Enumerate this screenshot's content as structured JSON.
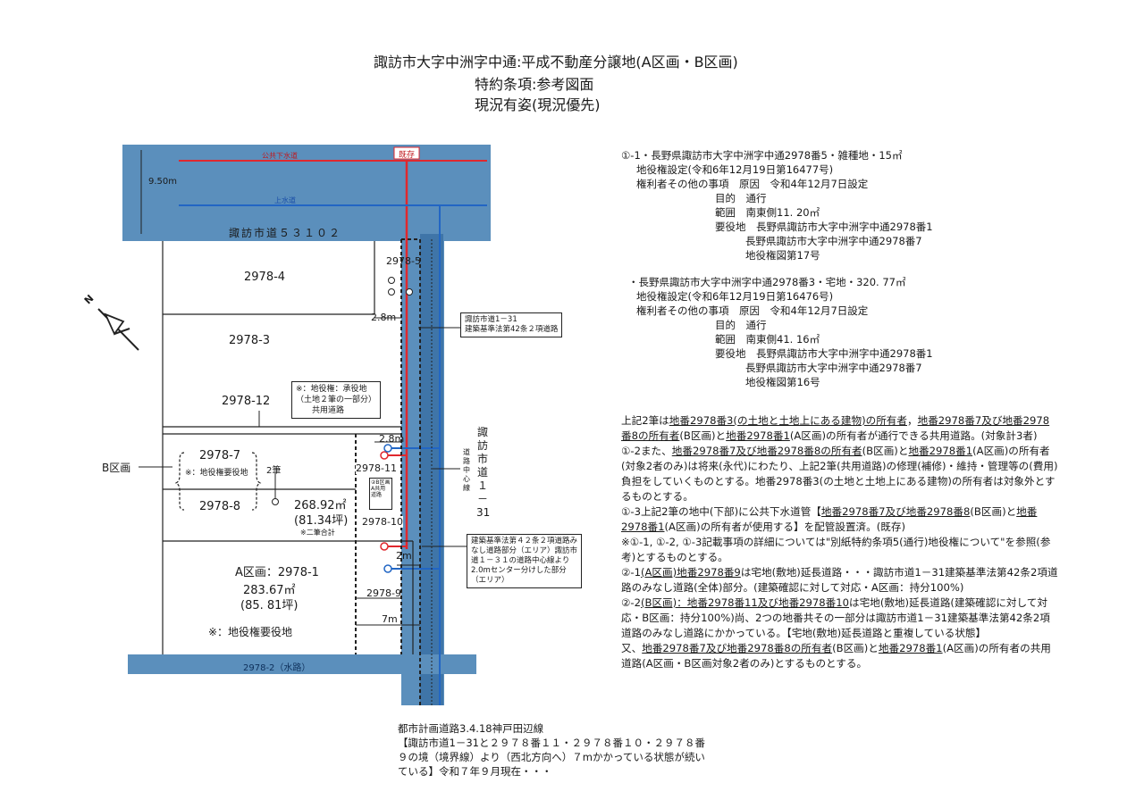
{
  "header": {
    "title": "諏訪市大字中洲字中通:平成不動産分譲地(A区画・B区画)",
    "subtitle1": "特約条項:参考図面",
    "subtitle2": "現況有姿(現況優先)"
  },
  "diagram": {
    "road_top_width": "9.50m",
    "sewer_label": "公共下水道",
    "existing_label": "既存",
    "water_label": "上水道",
    "road_top_name": "諏訪市道５３１０２",
    "lot_2978_4": "2978-4",
    "lot_2978_3": "2978-3",
    "lot_2978_12": "2978-12",
    "lot_2978_5": "2978-5",
    "dim_28m_a": "2.8m",
    "dim_28m_b": "2.8m",
    "box_road_line1": "諏訪市道1－31",
    "box_road_line2": "建築基準法第42条２項道路",
    "box_easement_line1": "※：地役権：承役地",
    "box_easement_line2": "（土地２筆の一部分）",
    "box_easement_line3": "共用道路",
    "b_label": "B区画",
    "lot_2978_7": "2978-7",
    "b_note": "※：地役権要役地",
    "lot_2978_8": "2978-8",
    "two_lots": "2筆",
    "b_area_sqm": "268.92㎡",
    "b_area_tsubo": "(81.34坪)",
    "b_total_note": "※二筆合計",
    "lot_2978_11": "2978-11",
    "lot_2978_10": "2978-10",
    "small_box_text": "②B区画A共用道路",
    "a_label": "A区画：2978-1",
    "a_area_sqm": "283.67㎡",
    "a_area_tsubo": "(85. 81坪)",
    "a_note": "※：地役権要役地",
    "lot_2978_9": "2978-9",
    "dim_2m": "2m",
    "dim_7m": "7m",
    "road_right_name": "諏訪市道１－31",
    "centerline": "道路中心線",
    "box_deemed_line1": "建築基準法第４２条２項道路み",
    "box_deemed_line2": "なし道路部分（エリア）諏訪市",
    "box_deemed_line3": "道１－３１の道路中心線より",
    "box_deemed_line4": "2.0mセンター分けした部分",
    "box_deemed_line5": "（エリア）",
    "waterway": "2978-2（水路）",
    "north": "N",
    "colors": {
      "road": "#5b8fbc",
      "road_dark": "#3f75a8",
      "sewer": "#e0282e",
      "water": "#2266c4"
    }
  },
  "right_text": {
    "s1_l1": "①-1・長野県諏訪市大字中洲字中通2978番5・雑種地・15㎡",
    "s1_l2": "地役権設定(令和6年12月19日第16477号)",
    "s1_l3": "権利者その他の事項　原因　令和4年12月7日設定",
    "s1_l4": "目的　通行",
    "s1_l5": "範囲　南東側11. 20㎡",
    "s1_l6": "要役地　長野県諏訪市大字中洲字中通2978番1",
    "s1_l7": "長野県諏訪市大字中洲字中通2978番7",
    "s1_l8": "地役権図第17号",
    "s2_l1": "・長野県諏訪市大字中洲字中通2978番3・宅地・320. 77㎡",
    "s2_l2": "地役権設定(令和6年12月19日第16476号)",
    "s2_l3": "権利者その他の事項　原因　令和4年12月7日設定",
    "s2_l4": "目的　通行",
    "s2_l5": "範囲　南東側41. 16㎡",
    "s2_l6": "要役地　長野県諏訪市大字中洲字中通2978番1",
    "s2_l7": "長野県諏訪市大字中洲字中通2978番7",
    "s2_l8": "地役権図第16号"
  },
  "notes": {
    "p1_a": "上記2筆は",
    "p1_u1": "地番2978番3(の土地と土地上にある建物)の所有者",
    "p1_b": "，",
    "p1_u2": "地番2978番7及び地番2978番8の所有者",
    "p1_c": "(B区画)と",
    "p1_u3": "地番2978番1",
    "p1_d": "(A区画)の所有者が通行できる共用道路。(対象計3者)",
    "p2_a": "①-2また、",
    "p2_u1": "地番2978番7及び地番2978番8の所有者",
    "p2_b": "(B区画)と",
    "p2_u2": "地番2978番1",
    "p2_c": "(A区画)の所有者(対象2者のみ)は将来(永代)にわたり、上記2筆(共用道路)の修理(補修)・維持・管理等の(費用)負担をしていくものとする。地番2978番3(の土地と土地上にある建物)の所有者は対象外とするものとする。",
    "p3_a": "①-3上記2筆の地中(下部)に公共下水道管【",
    "p3_u1": "地番2978番7及び地番2978番8",
    "p3_b": "(B区画)と",
    "p3_u2": "地番2978番1",
    "p3_c": "(A区画)の所有者が使用する】を配管設置済。(既存)",
    "p4": "※①-1, ①-2, ①-3記載事項の詳細については\"別紙特約条項5(通行)地役権について\"を参照(参考)とするものとする。",
    "p5_a": "②-1",
    "p5_u1": "(A区画)",
    "p5_b": "地番2978番9",
    "p5_c": "は宅地(敷地)延長道路・・・諏訪市道1－31建築基準法第42条2項道路のみなし道路(全体)部分。(建築確認に対して対応・A区画：持分100%)",
    "p6_a": "②-2",
    "p6_u1": "(B区画)：地番2978番11及び地番2978番10",
    "p6_b": "は宅地(敷地)延長道路(建築確認に対して対応・B区画：持分100%)尚、2つの地番共その一部分は諏訪市道1－31建築基準法第42条2項道路のみなし道路にかかっている。【宅地(敷地)延長道路と重複している状態】",
    "p7_a": "又、",
    "p7_u1": "地番2978番7及び地番2978番8の所有者",
    "p7_b": "(B区画)と",
    "p7_u2": "地番2978番1",
    "p7_c": "(A区画)の所有者の共用道路(A区画・B区画対象2者のみ)とするものとする。"
  },
  "footer": {
    "l1": "都市計画道路3.4.18神戸田辺線",
    "l2": "【諏訪市道1－31と２９７８番１１・２９７８番１０・２９７８番",
    "l3": "９の境（境界線）より（西北方向へ）７mかかっている状態が続い",
    "l4": "ている】令和７年９月現在・・・"
  }
}
